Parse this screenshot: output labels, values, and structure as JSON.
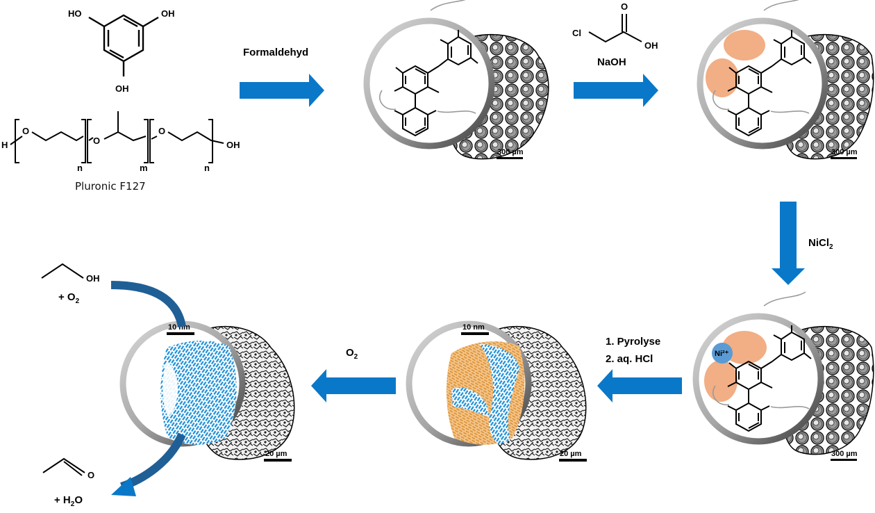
{
  "chemicals": {
    "phloroglucinol": {
      "oh1": "HO",
      "oh2": "OH",
      "oh3": "OH"
    },
    "pluronic": {
      "h": "H",
      "o1": "O",
      "o2": "O",
      "o3": "O",
      "oh": "OH",
      "n1": "n",
      "m": "m",
      "n2": "n",
      "name": "Pluronic F127"
    },
    "chloroacetic_acid": {
      "cl": "Cl",
      "o": "O",
      "oh": "OH"
    },
    "ethanol": {
      "oh": "OH"
    },
    "acetaldehyde": {
      "o": "O"
    }
  },
  "steps": {
    "formaldehyde": "Formaldehyd",
    "naoh": "NaOH",
    "nicl": "NiCl",
    "nicl_sub": "2",
    "pyrolyse": "1.   Pyrolyse",
    "hcl": "2.   aq. HCl",
    "o2": "O",
    "o2_sub": "2"
  },
  "reaction": {
    "plus_o2": "+ O",
    "plus_o2_sub": "2",
    "plus_h2o_a": "+ H",
    "plus_h2o_sub": "2",
    "plus_h2o_b": "O"
  },
  "nodes": {
    "resin": {
      "scale": "300 µm"
    },
    "carboxyl": {
      "scale": "300 µm"
    },
    "nickel": {
      "scale": "300 µm",
      "ion": "Ni²⁺"
    },
    "carbon_ni": {
      "scale": "20 µm",
      "inset_scale": "10 nm"
    },
    "carbon_final": {
      "scale": "20 µm",
      "inset_scale": "10 nm"
    }
  },
  "colors": {
    "arrow": "#0a78c8",
    "carboxyl_highlight": "#f0a070",
    "ni_ion": "#5b9bd5",
    "graphite": "#1e90d8",
    "nickel_particles": "#e89a3c",
    "curved_arrow": "#1f5f96"
  }
}
